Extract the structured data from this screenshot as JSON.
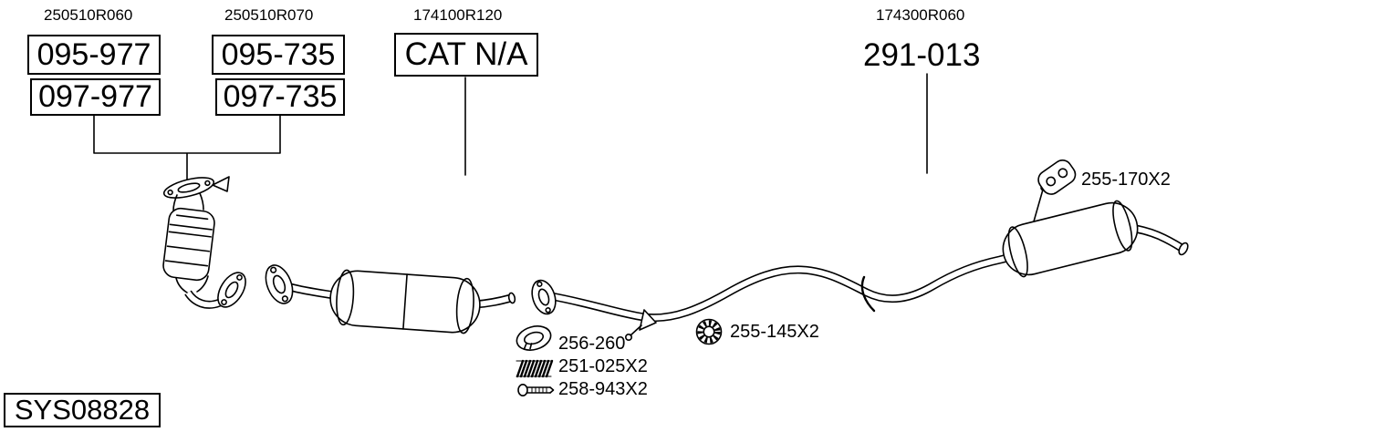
{
  "page": {
    "background": "#ffffff",
    "line_color": "#000000"
  },
  "callouts": [
    {
      "ref": "250510R060",
      "options": [
        "095-977",
        "097-977"
      ]
    },
    {
      "ref": "250510R070",
      "options": [
        "095-735",
        "097-735"
      ]
    },
    {
      "ref": "174100R120",
      "options": [
        "CAT N/A"
      ]
    },
    {
      "ref": "174300R060",
      "options": [
        "291-013"
      ]
    }
  ],
  "part_labels": [
    {
      "label": "255-170X2",
      "icon": "exhaust-hanger-rubber-icon"
    },
    {
      "label": "255-145X2",
      "icon": "exhaust-rubber-mount-icon"
    },
    {
      "label": "256-260",
      "icon": "gasket-ring-icon"
    },
    {
      "label": "251-025X2",
      "icon": "spring-icon"
    },
    {
      "label": "258-943X2",
      "icon": "bolt-icon"
    }
  ],
  "system_code": "SYS08828"
}
